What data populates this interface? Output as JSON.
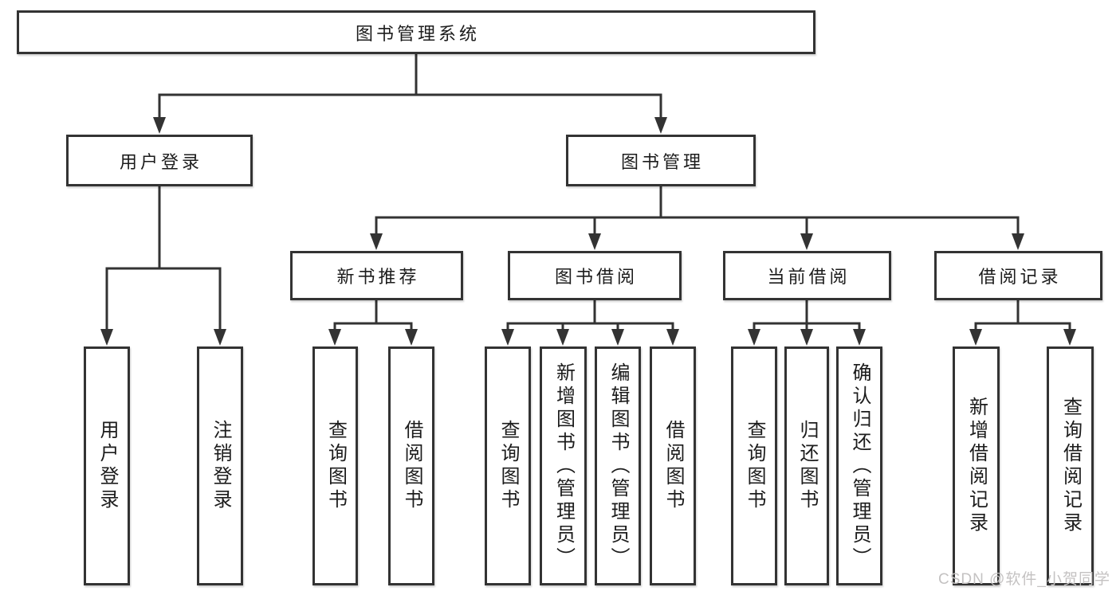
{
  "diagram": {
    "title": "图书管理系统",
    "root": "图书管理系统",
    "branches": [
      {
        "label": "用户登录",
        "children": [
          "用户登录",
          "注销登录"
        ]
      },
      {
        "label": "图书管理",
        "groups": [
          {
            "label": "新书推荐",
            "children": [
              "查询图书",
              "借阅图书"
            ]
          },
          {
            "label": "图书借阅",
            "children": [
              "查询图书",
              "新增图书（管理员）",
              "编辑图书（管理员）",
              "借阅图书"
            ]
          },
          {
            "label": "当前借阅",
            "children": [
              "查询图书",
              "归还图书",
              "确认归还（管理员）"
            ]
          },
          {
            "label": "借阅记录",
            "children": [
              "新增借阅记录",
              "查询借阅记录"
            ]
          }
        ]
      }
    ]
  },
  "watermark": {
    "text": "CSDN @软件_小贺同学"
  },
  "colors": {
    "line": "#333333",
    "box_border": "#333333",
    "box_fill": "#ffffff",
    "text": "#1c1c1c",
    "watermark": "#c4c2c2",
    "background": "#ffffff"
  }
}
